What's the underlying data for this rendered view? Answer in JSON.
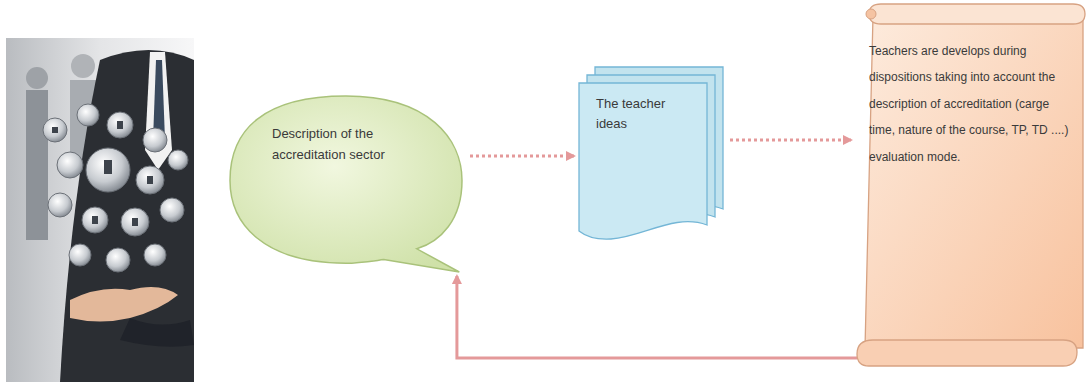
{
  "diagram": {
    "nodes": [
      {
        "text": [
          "Description of the accreditation sector"
        ]
      },
      {
        "text": [
          "The teacher ideas"
        ]
      },
      {
        "text": [
          "Teachers are develops during dispositions taking into account the description of accreditation (carge time, nature of the course, TP, TD ....) evaluation mode."
        ]
      }
    ],
    "edges": [
      {
        "from": 0,
        "to": 1,
        "arrow": "to"
      },
      {
        "from": 1,
        "to": 2,
        "arrow": "to"
      },
      {
        "from": 2,
        "to": 0,
        "arrow": "to"
      }
    ]
  }
}
